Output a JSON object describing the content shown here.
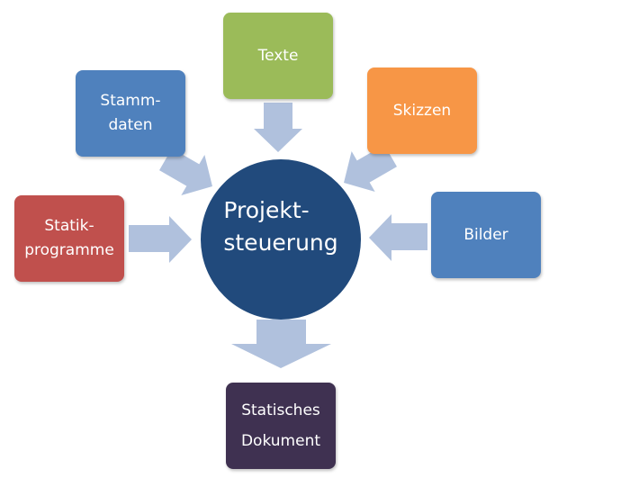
{
  "center": {
    "line1": "Projekt-",
    "line2": "steuerung",
    "color": "#214A7C"
  },
  "inputs": [
    {
      "id": "texte",
      "lines": [
        "Texte"
      ],
      "color": "#9BBB59"
    },
    {
      "id": "stammdaten",
      "lines": [
        "Stamm-",
        "daten"
      ],
      "color": "#4F81BD"
    },
    {
      "id": "skizzen",
      "lines": [
        "Skizzen"
      ],
      "color": "#F79646"
    },
    {
      "id": "statikprogramme",
      "lines": [
        "Statik-",
        "programme"
      ],
      "color": "#C0504D"
    },
    {
      "id": "bilder",
      "lines": [
        "Bilder"
      ],
      "color": "#4F81BD"
    }
  ],
  "output": {
    "lines": [
      "Statisches",
      "Dokument"
    ],
    "color": "#3F3151"
  },
  "arrow_color": "#B0C1DD"
}
